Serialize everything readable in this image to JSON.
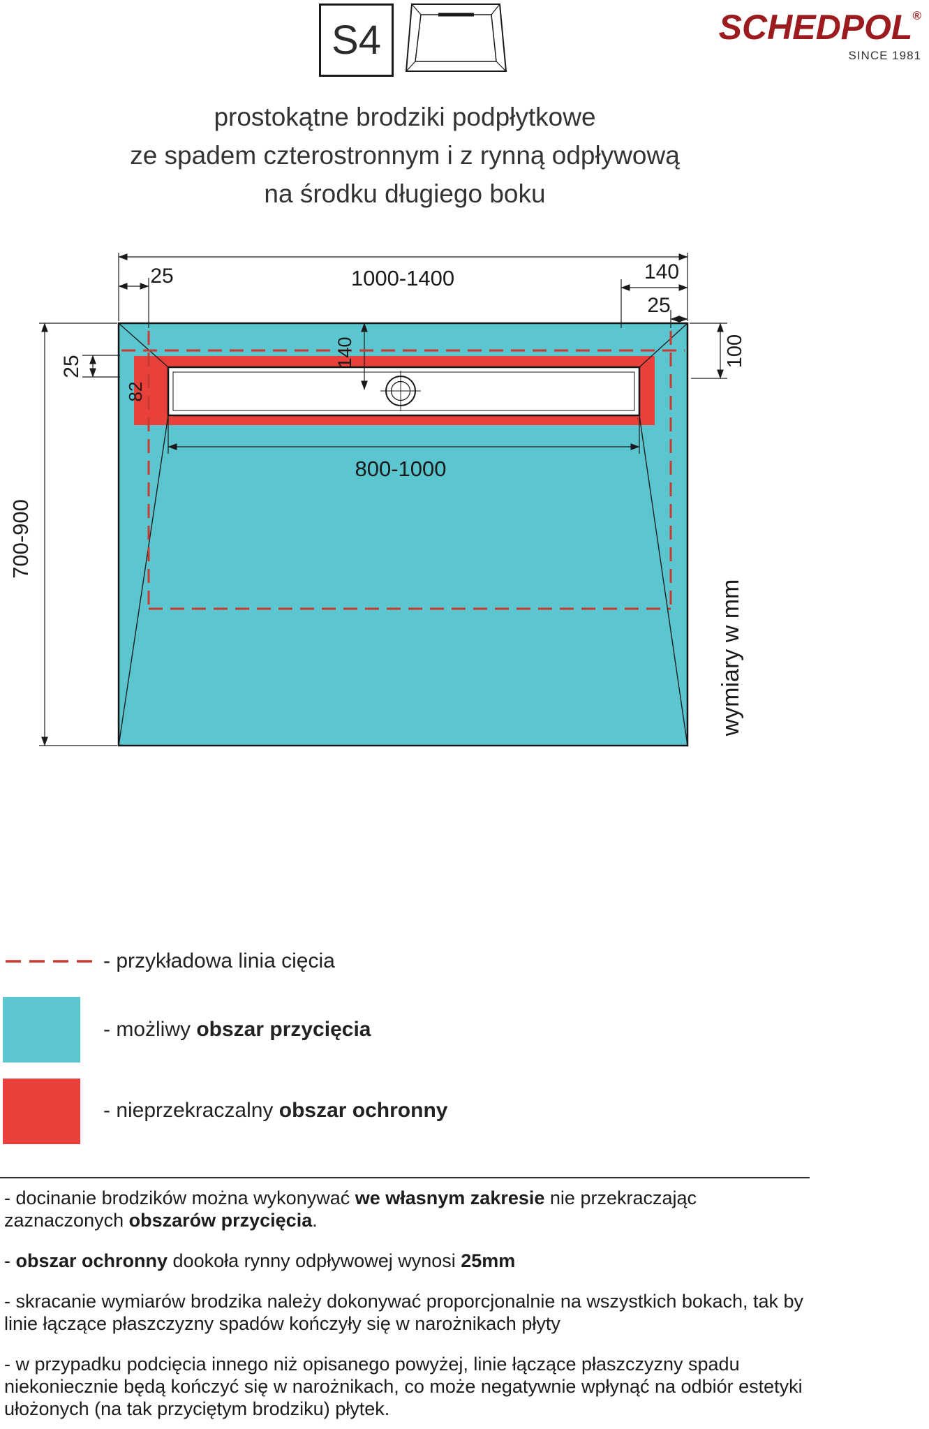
{
  "header": {
    "model": "S4",
    "brand": "SCHEDPOL",
    "registered": "®",
    "since": "SINCE 1981"
  },
  "title": {
    "line1": "prostokątne brodziki podpłytkowe",
    "line2": "ze spadem czterostronnym i z rynną odpływową",
    "line3": "na środku długiego boku"
  },
  "drawing": {
    "dims": {
      "width_range": "1000-1400",
      "channel_length_range": "800-1000",
      "depth_range": "700-900",
      "offset_top_left": "25",
      "offset_top_right": "25",
      "offset_side_left": "25",
      "edge_to_channel": "140",
      "channel_axis": "140",
      "top_to_channel": "100",
      "channel_width": "82"
    },
    "units_label": "wymiary w mm"
  },
  "legend": {
    "cut_line_label": "- przykładowa linia cięcia",
    "trim_area_prefix": "- możliwy ",
    "trim_area_bold": "obszar przycięcia",
    "protection_prefix": "- nieprzekraczalny ",
    "protection_bold": "obszar ochronny"
  },
  "notes": [
    [
      {
        "text": "- docinanie brodzików można wykonywać "
      },
      {
        "text": "we własnym zakresie",
        "bold": true
      },
      {
        "text": " nie przekraczając zaznaczonych "
      },
      {
        "text": "obszarów przycięcia",
        "bold": true
      },
      {
        "text": "."
      }
    ],
    [
      {
        "text": "- "
      },
      {
        "text": "obszar ochronny",
        "bold": true
      },
      {
        "text": " dookoła rynny odpływowej wynosi "
      },
      {
        "text": "25mm",
        "bold": true
      }
    ],
    [
      {
        "text": "- skracanie wymiarów brodzika należy dokonywać proporcjonalnie na wszystkich bokach, tak by linie łączące płaszczyzny spadów kończyły się w narożnikach płyty"
      }
    ],
    [
      {
        "text": "- w przypadku podcięcia innego niż opisanego powyżej, linie łączące płaszczyzny spadu niekoniecznie będą kończyć się w narożnikach, co może negatywnie wpłynąć na odbiór estetyki ułożonych (na tak przyciętym brodziku) płytek."
      }
    ]
  ],
  "colors": {
    "trim_area": "#5BC6D0",
    "protection_area": "#E8403A",
    "cut_line": "#C93A30",
    "dim_red": "#E3342B",
    "brand": "#9B1B1E"
  }
}
